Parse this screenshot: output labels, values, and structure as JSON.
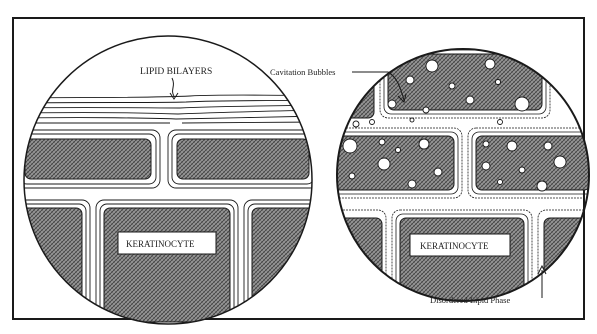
{
  "labels": {
    "lipid_bilayers": "LIPID BILAYERS",
    "cavitation_bubbles": "Cavitation Bubbles",
    "keratinocyte_left": "KERATINOCYTE",
    "keratinocyte_right": "KERATINOCYTE",
    "disordered_lipid_phase": "Disordered Lipid Phase"
  },
  "colors": {
    "line": "#1a1a1a",
    "cell_fill": "#8a8a8a",
    "background": "#ffffff"
  }
}
